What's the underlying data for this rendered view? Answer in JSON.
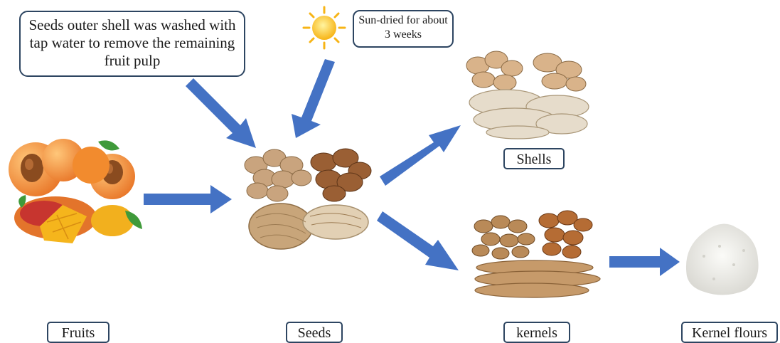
{
  "callouts": {
    "washing": "Seeds outer shell was washed with tap water to remove the remaining fruit pulp",
    "sun_drying": "Sun-dried for about 3 weeks"
  },
  "labels": {
    "fruits": "Fruits",
    "seeds": "Seeds",
    "shells": "Shells",
    "kernels": "kernels",
    "kernel_flours": "Kernel flours"
  },
  "colors": {
    "arrow": "#4472c4",
    "box_border": "#2d4561",
    "sun": "#f7c41f",
    "apricot": "#f59a3c",
    "mango": "#f2b01e",
    "shell": "#c9a47e",
    "kernel": "#a5683c",
    "flour": "#ecebe6"
  }
}
